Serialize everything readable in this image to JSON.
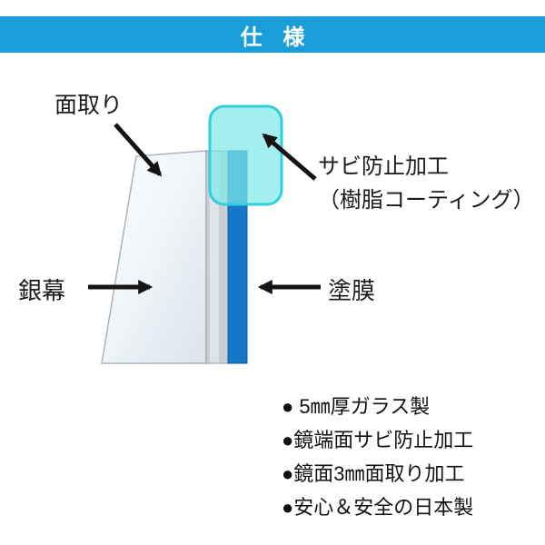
{
  "header": {
    "title": "仕 様",
    "bg_color": "#1a9ed9",
    "text_color": "#ffffff"
  },
  "diagram": {
    "labels": {
      "chamfer": "面取り",
      "rust_line1": "サビ防止加工",
      "rust_line2": "（樹脂コーティング）",
      "silver": "銀幕",
      "coating": "塗膜"
    },
    "colors": {
      "glass_edge": "#a9b4bc",
      "silver_layer": "#c9ced4",
      "silver_layer_edge": "#9aa2a9",
      "paint_layer": "#1577c8",
      "paint_layer_edge": "#0f5c9e",
      "resin_cap": "#7ee9e8",
      "resin_cap_border": "#2fd0da",
      "arrow": "#141414"
    }
  },
  "features": {
    "items": [
      "● 5㎜厚ガラス製",
      "●鏡端面サビ防止加工",
      "●鏡面3㎜面取り加工",
      "●安心＆安全の日本製"
    ]
  }
}
